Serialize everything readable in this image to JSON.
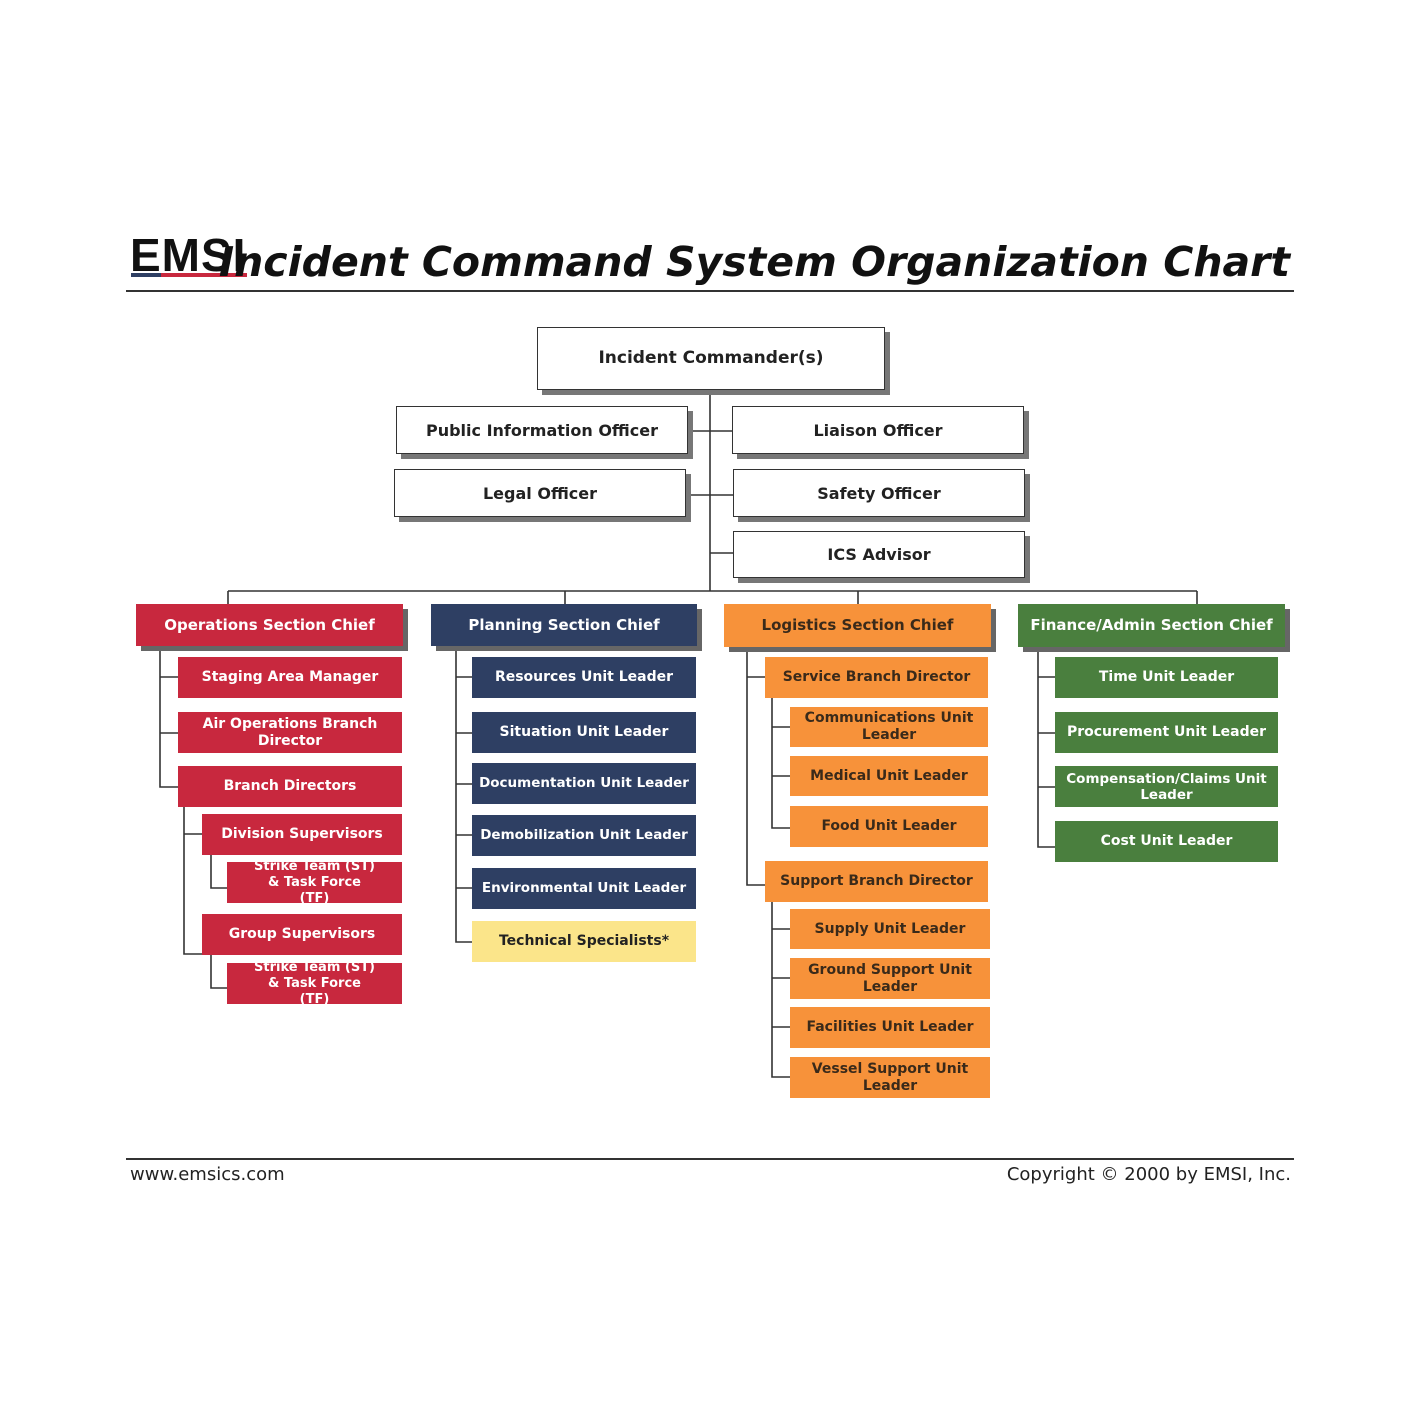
{
  "header": {
    "logo": "EMSI",
    "title": "Incident Command System Organization Chart"
  },
  "command": {
    "incident_commander": "Incident Commander(s)",
    "public_information_officer": "Public Information Officer",
    "liaison_officer": "Liaison Officer",
    "legal_officer": "Legal Officer",
    "safety_officer": "Safety Officer",
    "ics_advisor": "ICS Advisor"
  },
  "operations": {
    "chief": "Operations Section Chief",
    "staging": "Staging Area Manager",
    "air_ops": "Air Operations Branch Director",
    "branch_directors": "Branch Directors",
    "division_supervisors": "Division Supervisors",
    "strike_team_1": "Strike Team (ST) & Task Force (TF)",
    "group_supervisors": "Group Supervisors",
    "strike_team_2": "Strike Team (ST) & Task Force (TF)"
  },
  "planning": {
    "chief": "Planning Section Chief",
    "units": [
      "Resources Unit Leader",
      "Situation Unit Leader",
      "Documentation Unit Leader",
      "Demobilization Unit Leader",
      "Environmental Unit Leader",
      "Technical Specialists*"
    ]
  },
  "logistics": {
    "chief": "Logistics Section Chief",
    "service_branch": "Service Branch Director",
    "service_units": [
      "Communications Unit Leader",
      "Medical Unit Leader",
      "Food Unit Leader"
    ],
    "support_branch": "Support Branch Director",
    "support_units": [
      "Supply Unit Leader",
      "Ground Support Unit Leader",
      "Facilities Unit Leader",
      "Vessel Support Unit Leader"
    ]
  },
  "finance": {
    "chief": "Finance/Admin Section Chief",
    "units": [
      "Time Unit Leader",
      "Procurement Unit Leader",
      "Compensation/Claims Unit Leader",
      "Cost Unit Leader"
    ]
  },
  "footer": {
    "website": "www.emsics.com",
    "copyright": "Copyright © 2000 by EMSI, Inc."
  },
  "colors": {
    "operations": "#c8283e",
    "planning": "#2e3f63",
    "logistics": "#f7923a",
    "finance": "#4a7f3e",
    "technical": "#fbe58a"
  }
}
